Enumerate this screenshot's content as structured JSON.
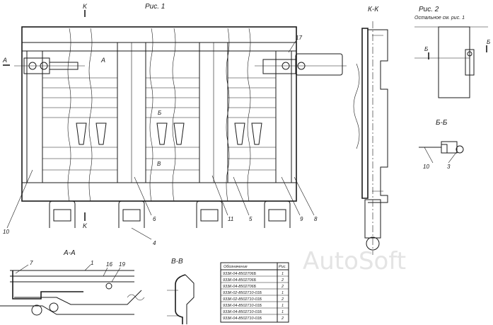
{
  "figure1": {
    "title": "Рис. 1",
    "section_marks": {
      "k_top": "K",
      "k_bottom": "K",
      "a_left": "A",
      "a_right": "A",
      "b": "Б",
      "v": "В"
    },
    "callouts": [
      "10",
      "6",
      "4",
      "11",
      "5",
      "9",
      "8",
      "17"
    ]
  },
  "section_kk": {
    "title": "К-К"
  },
  "figure2": {
    "title": "Рис. 2",
    "note": "Остальное см. рис. 1",
    "marks": [
      "Б",
      "Б"
    ]
  },
  "section_bb": {
    "title": "Б-Б",
    "callouts": [
      "10",
      "3"
    ]
  },
  "section_aa": {
    "title": "А-А",
    "callouts": [
      "7",
      "1",
      "16",
      "19"
    ]
  },
  "section_vv": {
    "title": "В-В"
  },
  "spec_table": {
    "headers": [
      "Обозначение",
      "Рис."
    ],
    "rows": [
      [
        "933К-04-8502706Б",
        "1"
      ],
      [
        "933К-04-8502706Б",
        "2"
      ],
      [
        "933К-04-8502706Б",
        "2"
      ],
      [
        "933К-02-8502710-01Б",
        "1"
      ],
      [
        "933К-02-8502710-01Б",
        "2"
      ],
      [
        "933К-04-8502710-01Б",
        "1"
      ],
      [
        "933К-04-8502710-01Б",
        "1"
      ],
      [
        "933К-04-8502710-01Б",
        "2"
      ]
    ]
  },
  "watermark": "AutoSoft"
}
